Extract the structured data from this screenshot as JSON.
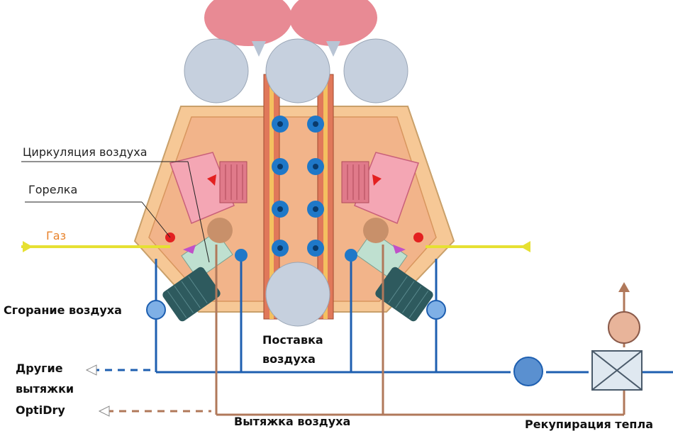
{
  "labels": {
    "air_circulation": "Циркуляция воздуха",
    "burner": "Горелка",
    "gas": "Газ",
    "combustion_air": "Сгорание воздуха",
    "air_supply_line1": "Поставка",
    "air_supply_line2": "воздуха",
    "other_exhausts_line1": "Другие",
    "other_exhausts_line2": "вытяжки",
    "other_exhausts_line3": "OptiDry",
    "air_exhaust": "Вытяжка воздуха",
    "heat_recovery": "Рекупирация тепла"
  },
  "colors": {
    "gas_line": "#e6e032",
    "supply_line": "#1e5fb0",
    "exhaust_line": "#b0785a",
    "hood_outer": "#f6c896",
    "hood_inner": "#f2b48a",
    "burner_chamber": "#f4a6b4",
    "roll": "#c6d0de",
    "pink_roll": "#e88a94",
    "nozzle": "#1f78c8",
    "motor": "#2e5a5e"
  }
}
